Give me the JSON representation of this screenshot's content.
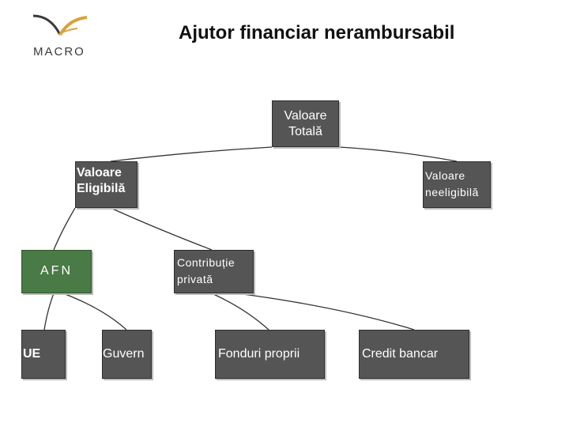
{
  "logo": {
    "text": "MACRO",
    "accent_color": "#d9a23c"
  },
  "title": "Ajutor financiar nerambursabil",
  "nodes": {
    "valoare_totala": {
      "line1": "Valoare",
      "line2": "Totală"
    },
    "valoare_eligibila": {
      "line1": "Valoare",
      "line2": "Eligibilă"
    },
    "valoare_neeligibila": {
      "line1": "Valoare",
      "line2": "neeligibilă"
    },
    "afn": {
      "label": "AFN"
    },
    "contributie_privata": {
      "line1": "Contribuție",
      "line2": "privată"
    },
    "ue": {
      "label": "UE"
    },
    "guvern": {
      "label": "Guvern"
    },
    "fonduri_proprii": {
      "label": "Fonduri proprii"
    },
    "credit_bancar": {
      "label": "Credit bancar"
    }
  },
  "colors": {
    "box_fill": "#555555",
    "afn_fill": "#4a7a46",
    "text": "#ffffff",
    "connector": "#333333"
  }
}
